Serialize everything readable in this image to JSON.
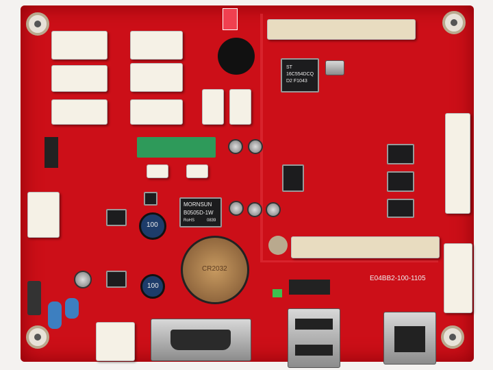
{
  "module": {
    "brand": "MORNSUN",
    "model": "B0505D-1W",
    "rohs": "RoHS",
    "code": "0839"
  },
  "chip": {
    "maker": "ST",
    "part": "16C554DCQ",
    "lot": "D2 F1043"
  },
  "board_id": "E04BB2-100-1105",
  "inductor_1": "100",
  "inductor_2": "100",
  "battery_label": "CR2032",
  "colors": {
    "board": "#cc0f18",
    "connector": "#f5f1e6",
    "terminal": "#2e9a5a"
  }
}
